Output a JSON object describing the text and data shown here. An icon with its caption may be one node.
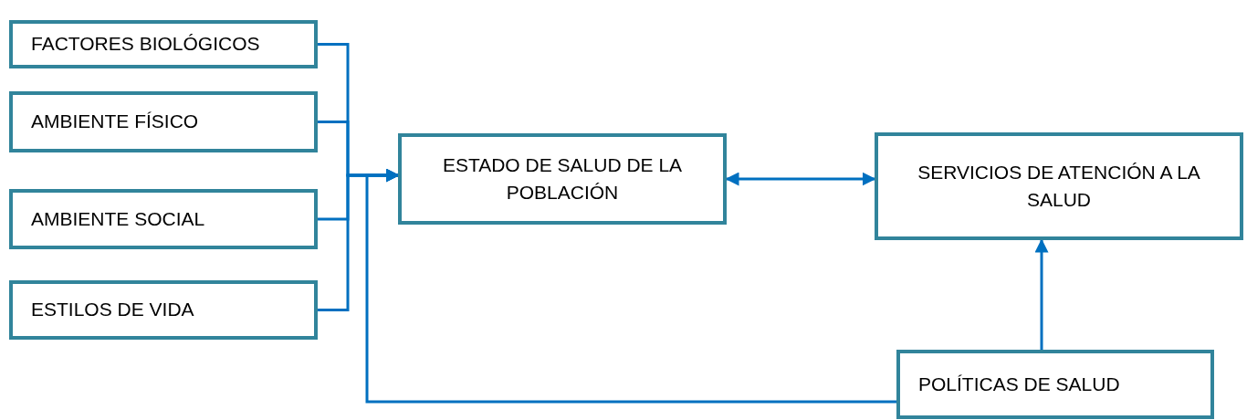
{
  "diagram": {
    "nodes": [
      {
        "text": [
          "FACTORES BIOLÓGICOS"
        ]
      },
      {
        "text": [
          "AMBIENTE FÍSICO"
        ]
      },
      {
        "text": [
          "AMBIENTE SOCIAL"
        ]
      },
      {
        "text": [
          "ESTILOS DE VIDA"
        ]
      },
      {
        "text": [
          "ESTADO DE SALUD DE LA POBLACIÓN"
        ]
      },
      {
        "text": [
          "SERVICIOS DE ATENCIÓN A LA SALUD"
        ]
      },
      {
        "text": [
          "POLÍTICAS DE SALUD"
        ]
      }
    ],
    "edges": [
      {
        "from": 0,
        "to": 4,
        "arrow": "to"
      },
      {
        "from": 1,
        "to": 4,
        "arrow": "to"
      },
      {
        "from": 2,
        "to": 4,
        "arrow": "to"
      },
      {
        "from": 3,
        "to": 4,
        "arrow": "to"
      },
      {
        "from": 4,
        "to": 5,
        "arrow": "both"
      },
      {
        "from": 6,
        "to": 5,
        "arrow": "to"
      },
      {
        "from": 6,
        "to": 4,
        "arrow": "to"
      }
    ]
  }
}
